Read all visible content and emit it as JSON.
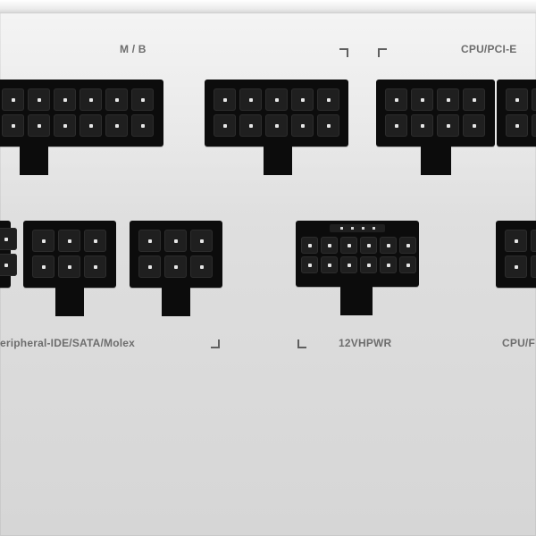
{
  "labels": {
    "mb": "M / B",
    "cpu_pcie_top": "CPU/PCI-E",
    "peripheral": "eripheral-IDE/SATA/Molex",
    "hpwr": "12VHPWR",
    "cpu_bottom": "CPU/F"
  },
  "connectors": {
    "mb_main": {
      "name": "M / B",
      "cols": 6,
      "rows": 2
    },
    "top_mid": {
      "cols": 5,
      "rows": 2
    },
    "cpu_pcie_1": {
      "cols": 4,
      "rows": 2
    },
    "cpu_pcie_2_partial": {
      "cols": 2,
      "rows": 2
    },
    "peripheral_1_partial": {
      "cols": 1,
      "rows": 2
    },
    "peripheral_2": {
      "cols": 3,
      "rows": 2
    },
    "peripheral_3": {
      "cols": 3,
      "rows": 2
    },
    "hpwr": {
      "name": "12VHPWR",
      "cols": 6,
      "rows": 2,
      "sense_pins": 4
    },
    "cpu_bottom_partial": {
      "cols": 2,
      "rows": 2
    }
  },
  "colors": {
    "panel": "#dedede",
    "connector": "#0c0c0c",
    "label": "#6d6d6d"
  }
}
